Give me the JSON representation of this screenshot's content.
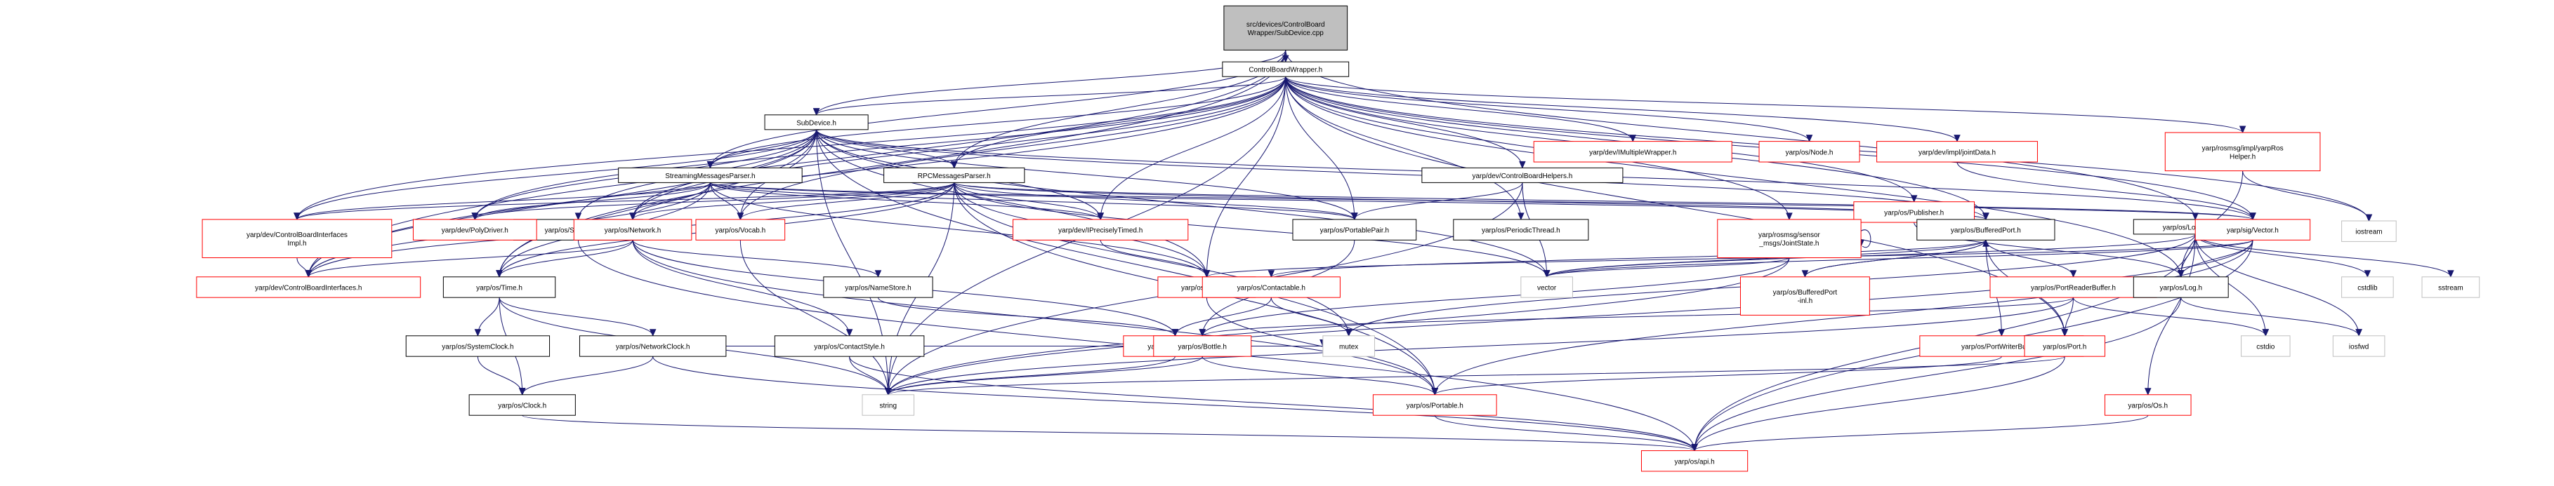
{
  "diagram": {
    "colors": {
      "edge": "#191970",
      "root_fill": "#bfbfbf",
      "normal_border": "#000000",
      "external_border": "#bfbfbf",
      "red_border": "#ff0000"
    },
    "nodes": [
      {
        "id": "root",
        "lines": [
          "src/devices/ControlBoard",
          "Wrapper/SubDevice.cpp"
        ],
        "style": "root"
      },
      {
        "id": "cbw",
        "lines": [
          "ControlBoardWrapper.h"
        ],
        "style": "normal"
      },
      {
        "id": "subdev",
        "lines": [
          "SubDevice.h"
        ],
        "style": "normal"
      },
      {
        "id": "smp",
        "lines": [
          "StreamingMessagesParser.h"
        ],
        "style": "normal"
      },
      {
        "id": "rpc",
        "lines": [
          "RPCMessagesParser.h"
        ],
        "style": "normal"
      },
      {
        "id": "imultwrap",
        "lines": [
          "yarp/dev/IMultipleWrapper.h"
        ],
        "style": "red"
      },
      {
        "id": "node",
        "lines": [
          "yarp/os/Node.h"
        ],
        "style": "red"
      },
      {
        "id": "jointdata",
        "lines": [
          "yarp/dev/impl/jointData.h"
        ],
        "style": "red"
      },
      {
        "id": "rosheader",
        "lines": [
          "yarp/rosmsg/impl/yarpRos",
          "Helper.h"
        ],
        "style": "red"
      },
      {
        "id": "logstream",
        "lines": [
          "yarp/os/LogStream.h"
        ],
        "style": "normal"
      },
      {
        "id": "cbhelpers",
        "lines": [
          "yarp/dev/ControlBoardHelpers.h"
        ],
        "style": "normal"
      },
      {
        "id": "publisher",
        "lines": [
          "yarp/os/Publisher.h"
        ],
        "style": "red"
      },
      {
        "id": "iostream",
        "lines": [
          "iostream"
        ],
        "style": "external"
      },
      {
        "id": "semaphore",
        "lines": [
          "yarp/os/Semaphore.h"
        ],
        "style": "normal"
      },
      {
        "id": "cbiimpl",
        "lines": [
          "yarp/dev/ControlBoardInterfaces",
          "Impl.h"
        ],
        "style": "red"
      },
      {
        "id": "polydriver",
        "lines": [
          "yarp/dev/PolyDriver.h"
        ],
        "style": "red"
      },
      {
        "id": "network",
        "lines": [
          "yarp/os/Network.h"
        ],
        "style": "red"
      },
      {
        "id": "vocab",
        "lines": [
          "yarp/os/Vocab.h"
        ],
        "style": "red"
      },
      {
        "id": "ipreciselytimed",
        "lines": [
          "yarp/dev/IPreciselyTimed.h"
        ],
        "style": "red"
      },
      {
        "id": "portablepair",
        "lines": [
          "yarp/os/PortablePair.h"
        ],
        "style": "normal"
      },
      {
        "id": "periodicthread",
        "lines": [
          "yarp/os/PeriodicThread.h"
        ],
        "style": "normal"
      },
      {
        "id": "jointstate",
        "lines": [
          "yarp/rosmsg/sensor",
          "_msgs/JointState.h"
        ],
        "style": "red"
      },
      {
        "id": "bufferedport",
        "lines": [
          "yarp/os/BufferedPort.h"
        ],
        "style": "normal"
      },
      {
        "id": "vector",
        "lines": [
          "yarp/sig/Vector.h"
        ],
        "style": "red"
      },
      {
        "id": "cbinterfaces",
        "lines": [
          "yarp/dev/ControlBoardInterfaces.h"
        ],
        "style": "red"
      },
      {
        "id": "time",
        "lines": [
          "yarp/os/Time.h"
        ],
        "style": "normal"
      },
      {
        "id": "namestore",
        "lines": [
          "yarp/os/NameStore.h"
        ],
        "style": "normal"
      },
      {
        "id": "stamp",
        "lines": [
          "yarp/os/Stamp.h"
        ],
        "style": "red"
      },
      {
        "id": "vectorstd",
        "lines": [
          "vector"
        ],
        "style": "external"
      },
      {
        "id": "contactable",
        "lines": [
          "yarp/os/Contactable.h"
        ],
        "style": "red"
      },
      {
        "id": "bufportinl",
        "lines": [
          "yarp/os/BufferedPort",
          "-inl.h"
        ],
        "style": "red"
      },
      {
        "id": "portreader",
        "lines": [
          "yarp/os/PortReaderBuffer.h"
        ],
        "style": "red"
      },
      {
        "id": "log",
        "lines": [
          "yarp/os/Log.h"
        ],
        "style": "normal"
      },
      {
        "id": "cstdlib",
        "lines": [
          "cstdlib"
        ],
        "style": "external"
      },
      {
        "id": "sstream",
        "lines": [
          "sstream"
        ],
        "style": "external"
      },
      {
        "id": "systemclock",
        "lines": [
          "yarp/os/SystemClock.h"
        ],
        "style": "normal"
      },
      {
        "id": "networkclock",
        "lines": [
          "yarp/os/NetworkClock.h"
        ],
        "style": "normal"
      },
      {
        "id": "contactstyle",
        "lines": [
          "yarp/os/ContactStyle.h"
        ],
        "style": "normal"
      },
      {
        "id": "contact",
        "lines": [
          "yarp/os/Contact.h"
        ],
        "style": "red"
      },
      {
        "id": "mutex",
        "lines": [
          "mutex"
        ],
        "style": "external"
      },
      {
        "id": "bottle",
        "lines": [
          "yarp/os/Bottle.h"
        ],
        "style": "red"
      },
      {
        "id": "portwriter",
        "lines": [
          "yarp/os/PortWriterBuffer.h"
        ],
        "style": "red"
      },
      {
        "id": "port",
        "lines": [
          "yarp/os/Port.h"
        ],
        "style": "red"
      },
      {
        "id": "cstdio",
        "lines": [
          "cstdio"
        ],
        "style": "external"
      },
      {
        "id": "iosfwd",
        "lines": [
          "iosfwd"
        ],
        "style": "external"
      },
      {
        "id": "clock",
        "lines": [
          "yarp/os/Clock.h"
        ],
        "style": "normal"
      },
      {
        "id": "string",
        "lines": [
          "string"
        ],
        "style": "external"
      },
      {
        "id": "portable",
        "lines": [
          "yarp/os/Portable.h"
        ],
        "style": "red"
      },
      {
        "id": "os",
        "lines": [
          "yarp/os/Os.h"
        ],
        "style": "red"
      },
      {
        "id": "api",
        "lines": [
          "yarp/os/api.h"
        ],
        "style": "red"
      }
    ],
    "edges": [
      [
        "root",
        "cbw"
      ],
      [
        "root",
        "subdev"
      ],
      [
        "root",
        "smp"
      ],
      [
        "root",
        "rpc"
      ],
      [
        "root",
        "logstream"
      ],
      [
        "root",
        "time"
      ],
      [
        "root",
        "cbinterfaces"
      ],
      [
        "cbw",
        "subdev"
      ],
      [
        "cbw",
        "smp"
      ],
      [
        "cbw",
        "rpc"
      ],
      [
        "cbw",
        "imultwrap"
      ],
      [
        "cbw",
        "node"
      ],
      [
        "cbw",
        "jointdata"
      ],
      [
        "cbw",
        "rosheader"
      ],
      [
        "cbw",
        "cbhelpers"
      ],
      [
        "cbw",
        "publisher"
      ],
      [
        "cbw",
        "iostream"
      ],
      [
        "cbw",
        "cbiimpl"
      ],
      [
        "cbw",
        "polydriver"
      ],
      [
        "cbw",
        "network"
      ],
      [
        "cbw",
        "vocab"
      ],
      [
        "cbw",
        "ipreciselytimed"
      ],
      [
        "cbw",
        "portablepair"
      ],
      [
        "cbw",
        "periodicthread"
      ],
      [
        "cbw",
        "jointstate"
      ],
      [
        "cbw",
        "bufferedport"
      ],
      [
        "cbw",
        "vector"
      ],
      [
        "cbw",
        "log"
      ],
      [
        "cbw",
        "string"
      ],
      [
        "cbw",
        "stamp"
      ],
      [
        "cbw",
        "port"
      ],
      [
        "cbw",
        "cbinterfaces"
      ],
      [
        "subdev",
        "smp"
      ],
      [
        "subdev",
        "rpc"
      ],
      [
        "subdev",
        "semaphore"
      ],
      [
        "subdev",
        "cbiimpl"
      ],
      [
        "subdev",
        "polydriver"
      ],
      [
        "subdev",
        "network"
      ],
      [
        "subdev",
        "vocab"
      ],
      [
        "subdev",
        "ipreciselytimed"
      ],
      [
        "subdev",
        "portablepair"
      ],
      [
        "subdev",
        "bufferedport"
      ],
      [
        "subdev",
        "vector"
      ],
      [
        "subdev",
        "time"
      ],
      [
        "subdev",
        "string"
      ],
      [
        "subdev",
        "stamp"
      ],
      [
        "subdev",
        "vectorstd"
      ],
      [
        "subdev",
        "cbinterfaces"
      ],
      [
        "subdev",
        "portable"
      ],
      [
        "smp",
        "cbiimpl"
      ],
      [
        "smp",
        "polydriver"
      ],
      [
        "smp",
        "network"
      ],
      [
        "smp",
        "vocab"
      ],
      [
        "smp",
        "portablepair"
      ],
      [
        "smp",
        "bufferedport"
      ],
      [
        "smp",
        "vector"
      ],
      [
        "smp",
        "time"
      ],
      [
        "smp",
        "stamp"
      ],
      [
        "smp",
        "cbinterfaces"
      ],
      [
        "smp",
        "ipreciselytimed"
      ],
      [
        "rpc",
        "cbiimpl"
      ],
      [
        "rpc",
        "polydriver"
      ],
      [
        "rpc",
        "network"
      ],
      [
        "rpc",
        "vocab"
      ],
      [
        "rpc",
        "ipreciselytimed"
      ],
      [
        "rpc",
        "portablepair"
      ],
      [
        "rpc",
        "bufferedport"
      ],
      [
        "rpc",
        "vector"
      ],
      [
        "rpc",
        "time"
      ],
      [
        "rpc",
        "stamp"
      ],
      [
        "rpc",
        "string"
      ],
      [
        "rpc",
        "vectorstd"
      ],
      [
        "rpc",
        "mutex"
      ],
      [
        "rpc",
        "cbinterfaces"
      ],
      [
        "rpc",
        "portable"
      ],
      [
        "rosheader",
        "log"
      ],
      [
        "rosheader",
        "iostream"
      ],
      [
        "logstream",
        "log"
      ],
      [
        "logstream",
        "cstdlib"
      ],
      [
        "logstream",
        "sstream"
      ],
      [
        "logstream",
        "cstdio"
      ],
      [
        "logstream",
        "iosfwd"
      ],
      [
        "logstream",
        "os"
      ],
      [
        "logstream",
        "api"
      ],
      [
        "logstream",
        "vectorstd"
      ],
      [
        "logstream",
        "mutex"
      ],
      [
        "cbhelpers",
        "portablepair"
      ],
      [
        "cbhelpers",
        "string"
      ],
      [
        "cbhelpers",
        "vectorstd"
      ],
      [
        "publisher",
        "bufferedport"
      ],
      [
        "publisher",
        "log"
      ],
      [
        "jointdata",
        "vector"
      ],
      [
        "semaphore",
        "api"
      ],
      [
        "cbiimpl",
        "cbinterfaces"
      ],
      [
        "network",
        "time"
      ],
      [
        "network",
        "namestore"
      ],
      [
        "network",
        "contact"
      ],
      [
        "network",
        "contactstyle"
      ],
      [
        "network",
        "portable"
      ],
      [
        "network",
        "cbinterfaces"
      ],
      [
        "vocab",
        "string"
      ],
      [
        "ipreciselytimed",
        "stamp"
      ],
      [
        "portablepair",
        "bottle"
      ],
      [
        "jointstate",
        "bottle"
      ],
      [
        "jointstate",
        "vectorstd"
      ],
      [
        "jointstate",
        "jointstate"
      ],
      [
        "jointstate",
        "string"
      ],
      [
        "bufferedport",
        "contactable"
      ],
      [
        "bufferedport",
        "bufportinl"
      ],
      [
        "bufferedport",
        "portreader"
      ],
      [
        "bufferedport",
        "portwriter"
      ],
      [
        "bufferedport",
        "port"
      ],
      [
        "bufferedport",
        "vectorstd"
      ],
      [
        "bufportinl",
        "bufferedport"
      ],
      [
        "vector",
        "log"
      ],
      [
        "vector",
        "vectorstd"
      ],
      [
        "vector",
        "string"
      ],
      [
        "vector",
        "portable"
      ],
      [
        "vector",
        "stamp"
      ],
      [
        "vector",
        "api"
      ],
      [
        "time",
        "systemclock"
      ],
      [
        "time",
        "networkclock"
      ],
      [
        "time",
        "clock"
      ],
      [
        "time",
        "string"
      ],
      [
        "namestore",
        "contact"
      ],
      [
        "stamp",
        "portable"
      ],
      [
        "contactable",
        "contact"
      ],
      [
        "contactable",
        "mutex"
      ],
      [
        "portreader",
        "bottle"
      ],
      [
        "portreader",
        "port"
      ],
      [
        "portreader",
        "cstdio"
      ],
      [
        "portreader",
        "string"
      ],
      [
        "log",
        "iosfwd"
      ],
      [
        "log",
        "api"
      ],
      [
        "systemclock",
        "clock"
      ],
      [
        "networkclock",
        "clock"
      ],
      [
        "networkclock",
        "mutex"
      ],
      [
        "networkclock",
        "api"
      ],
      [
        "contactstyle",
        "string"
      ],
      [
        "contactstyle",
        "api"
      ],
      [
        "contact",
        "string"
      ],
      [
        "bottle",
        "string"
      ],
      [
        "bottle",
        "portable"
      ],
      [
        "portwriter",
        "portable"
      ],
      [
        "port",
        "string"
      ],
      [
        "port",
        "api"
      ],
      [
        "clock",
        "api"
      ],
      [
        "portable",
        "api"
      ],
      [
        "os",
        "api"
      ]
    ]
  }
}
